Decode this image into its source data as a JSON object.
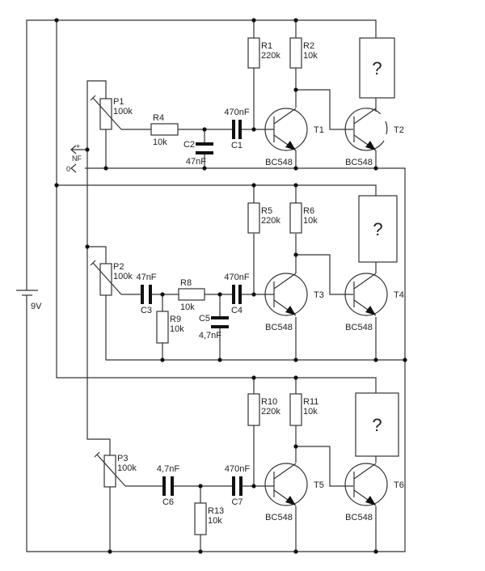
{
  "supply": {
    "ref": "",
    "value": "9V"
  },
  "input": {
    "plus": "+",
    "label": "NF",
    "zero": "0"
  },
  "resistors": {
    "R1": {
      "ref": "R1",
      "value": "220k"
    },
    "R2": {
      "ref": "R2",
      "value": "10k"
    },
    "R4": {
      "ref": "R4",
      "value": "10k"
    },
    "R5": {
      "ref": "R5",
      "value": "220k"
    },
    "R6": {
      "ref": "R6",
      "value": "10k"
    },
    "R8": {
      "ref": "R8",
      "value": "10k"
    },
    "R9": {
      "ref": "R9",
      "value": "10k"
    },
    "R10": {
      "ref": "R10",
      "value": "220k"
    },
    "R11": {
      "ref": "R11",
      "value": "10k"
    },
    "R13": {
      "ref": "R13",
      "value": "10k"
    }
  },
  "pots": {
    "P1": {
      "ref": "P1",
      "value": "100k"
    },
    "P2": {
      "ref": "P2",
      "value": "100k"
    },
    "P3": {
      "ref": "P3",
      "value": "100k"
    }
  },
  "capacitors": {
    "C1": {
      "ref": "C1",
      "value": "470nF"
    },
    "C2": {
      "ref": "C2",
      "value": "47nF"
    },
    "C3": {
      "ref": "C3",
      "value": "47nF"
    },
    "C4": {
      "ref": "C4",
      "value": "470nF"
    },
    "C5": {
      "ref": "C5",
      "value": "4,7nF"
    },
    "C6": {
      "ref": "C6",
      "value": "4,7nF"
    },
    "C7": {
      "ref": "C7",
      "value": "470nF"
    }
  },
  "transistors": {
    "T1": {
      "ref": "T1",
      "type": "BC548"
    },
    "T2": {
      "ref": "T2",
      "type": "BC548"
    },
    "T3": {
      "ref": "T3",
      "type": "BC548"
    },
    "T4": {
      "ref": "T4",
      "type": "BC548"
    },
    "T5": {
      "ref": "T5",
      "type": "BC548"
    },
    "T6": {
      "ref": "T6",
      "type": "BC548"
    }
  },
  "loads": [
    "?",
    "?",
    "?"
  ]
}
